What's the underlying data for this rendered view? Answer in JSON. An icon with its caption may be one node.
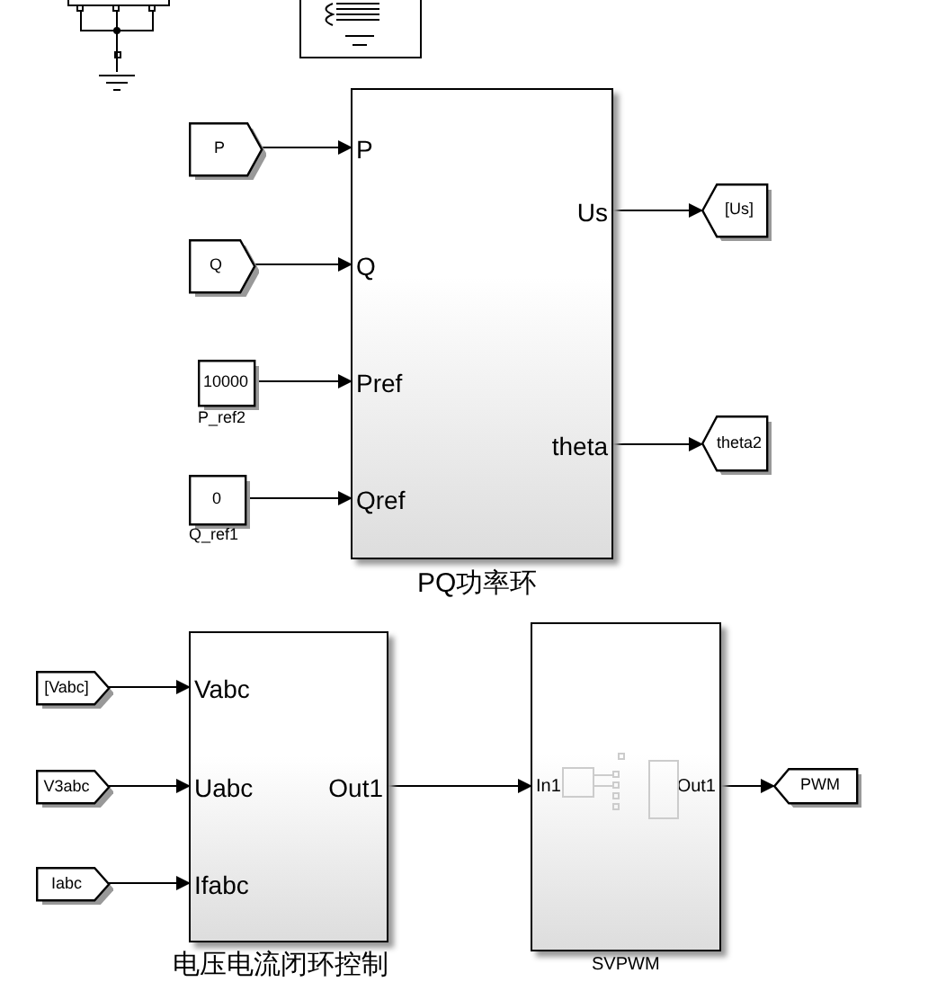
{
  "diagram": {
    "nodes": [
      {
        "text": [
          "P"
        ]
      },
      {
        "text": [
          "Q"
        ]
      },
      {
        "text": [
          "10000"
        ],
        "beside": [
          "P_ref2"
        ]
      },
      {
        "text": [
          "0"
        ],
        "beside": [
          "Q_ref1"
        ]
      },
      {
        "text": [
          "P",
          "Q",
          "Pref",
          "Qref",
          "Us",
          "theta"
        ],
        "beside": [
          "PQ功率环"
        ]
      },
      {
        "text": [
          "[Us]"
        ]
      },
      {
        "text": [
          "theta2"
        ]
      },
      {
        "text": [
          "[Vabc]"
        ]
      },
      {
        "text": [
          "V3abc"
        ]
      },
      {
        "text": [
          "Iabc"
        ]
      },
      {
        "text": [
          "Vabc",
          "Uabc",
          "Ifabc",
          "Out1"
        ],
        "beside": [
          "电压电流闭环控制"
        ]
      },
      {
        "text": [
          "In1",
          "Out1"
        ],
        "beside": [
          "SVPWM"
        ]
      },
      {
        "text": [
          "PWM"
        ]
      }
    ],
    "edges": [
      {
        "from": 0,
        "to": 4,
        "arrow": "to"
      },
      {
        "from": 1,
        "to": 4,
        "arrow": "to"
      },
      {
        "from": 2,
        "to": 4,
        "arrow": "to"
      },
      {
        "from": 3,
        "to": 4,
        "arrow": "to"
      },
      {
        "from": 4,
        "to": 5,
        "arrow": "to"
      },
      {
        "from": 4,
        "to": 6,
        "arrow": "to"
      },
      {
        "from": 7,
        "to": 10,
        "arrow": "to"
      },
      {
        "from": 8,
        "to": 10,
        "arrow": "to"
      },
      {
        "from": 9,
        "to": 10,
        "arrow": "to"
      },
      {
        "from": 10,
        "to": 11,
        "arrow": "to"
      },
      {
        "from": 11,
        "to": 12,
        "arrow": "to"
      }
    ]
  }
}
